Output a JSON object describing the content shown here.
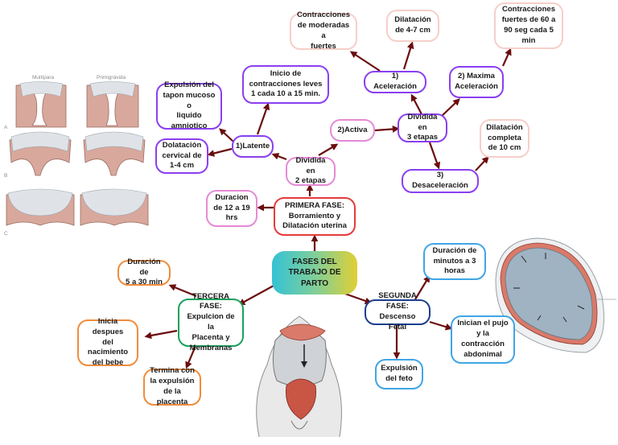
{
  "center": "FASES DEL TRABAJO DE PARTO",
  "primera": {
    "title": "PRIMERA FASE:\nBorramiento y\nDilatación uterina",
    "duracion": "Duracion\nde 12 a 19\nhrs",
    "dividida": "Dividida en\n2 etapas",
    "latente": {
      "label": "1)Latente",
      "inicio": "Inicio de\ncontracciones leves\n1 cada 10 a 15 min.",
      "expulsion": "Expulsión del\ntapon mucoso o\nliquido\namniotico",
      "dilatacion": "Dolatación\ncervical de\n1-4 cm"
    },
    "activa": {
      "label": "2)Activa",
      "dividida": "Dividida en\n3 etapas",
      "aceleracion": {
        "label": "1) Aceleración",
        "contracciones": "Contracciones\nde moderadas a\nfuertes",
        "dilatacion": "Dilatación\nde 4-7 cm"
      },
      "maxima": {
        "label": "2) Maxima\nAceleración",
        "contracciones": "Contracciones\nfuertes de 60 a\n90 seg cada 5\nmin"
      },
      "desaceleracion": {
        "label": "3) Desaceleración",
        "dilatacion": "Dilatación\ncompleta\nde 10 cm"
      }
    }
  },
  "segunda": {
    "title": "SEGUNDA FASE:\nDescenso Fetal",
    "duracion": "Duración de\nminutos a 3\nhoras",
    "inician": "Inician el pujo\ny la\ncontracción\nabdonimal",
    "expulsion": "Expulsión\ndel feto"
  },
  "tercera": {
    "title": "TERCERA FASE:\nExpulcion de la\nPlacenta y\nMembranas",
    "duracion": "Duración de\n5 a 30 min",
    "inicia": "Inicia despues\ndel\nnacimiento\ndel bebe",
    "termina": "Termina con\nla expulsión\nde la placenta"
  },
  "illustration": {
    "col_multipara": "Multípara",
    "col_primigravida": "Primigrávida",
    "row_a": "A",
    "row_b": "B",
    "row_c": "C"
  },
  "colors": {
    "arrow": "#6b0d0d",
    "purple": "#8a3ff0",
    "pink": "#e58ad6",
    "peach": "#f6cfc8",
    "red": "#e53a3a",
    "orange": "#f08c3c",
    "green": "#19a15c",
    "blue": "#3fa6e6",
    "navy": "#1c3f8f"
  }
}
